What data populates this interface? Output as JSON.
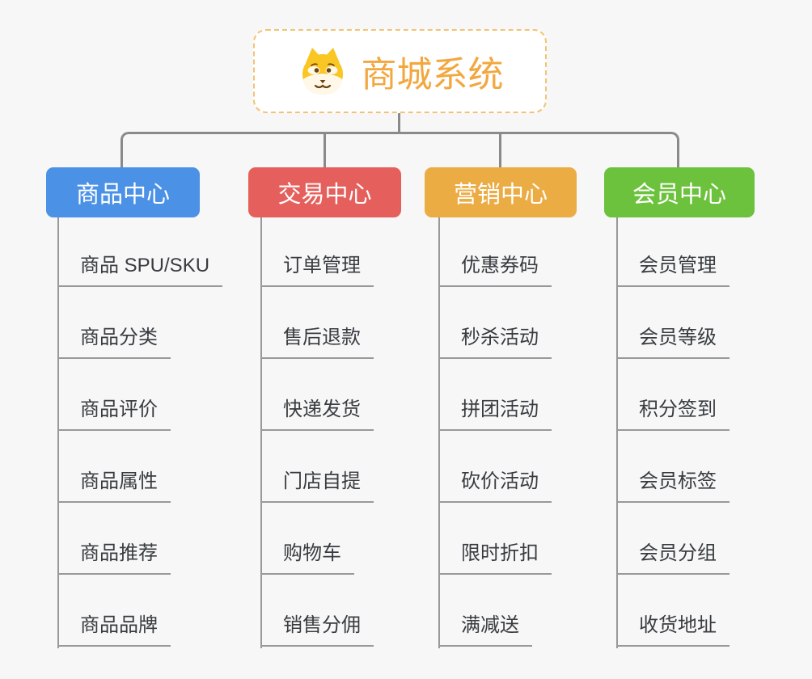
{
  "canvas": {
    "background": "#F7F7F7",
    "connector_color": "#8A8A8A",
    "leaf_line_color": "#97999B",
    "leaf_text_color": "#383C40"
  },
  "root": {
    "title": "商城系统",
    "icon": "shiba-dog-icon",
    "text_color": "#F2A73F",
    "border_color": "#F4C273",
    "background": "#FFFFFF"
  },
  "branches": [
    {
      "label": "商品中心",
      "color": "#4B91E6",
      "items": [
        "商品 SPU/SKU",
        "商品分类",
        "商品评价",
        "商品属性",
        "商品推荐",
        "商品品牌"
      ]
    },
    {
      "label": "交易中心",
      "color": "#E5605C",
      "items": [
        "订单管理",
        "售后退款",
        "快递发货",
        "门店自提",
        "购物车",
        "销售分佣"
      ]
    },
    {
      "label": "营销中心",
      "color": "#EBAC44",
      "items": [
        "优惠券码",
        "秒杀活动",
        "拼团活动",
        "砍价活动",
        "限时折扣",
        "满减送"
      ]
    },
    {
      "label": "会员中心",
      "color": "#6CC23C",
      "items": [
        "会员管理",
        "会员等级",
        "积分签到",
        "会员标签",
        "会员分组",
        "收货地址"
      ]
    }
  ]
}
